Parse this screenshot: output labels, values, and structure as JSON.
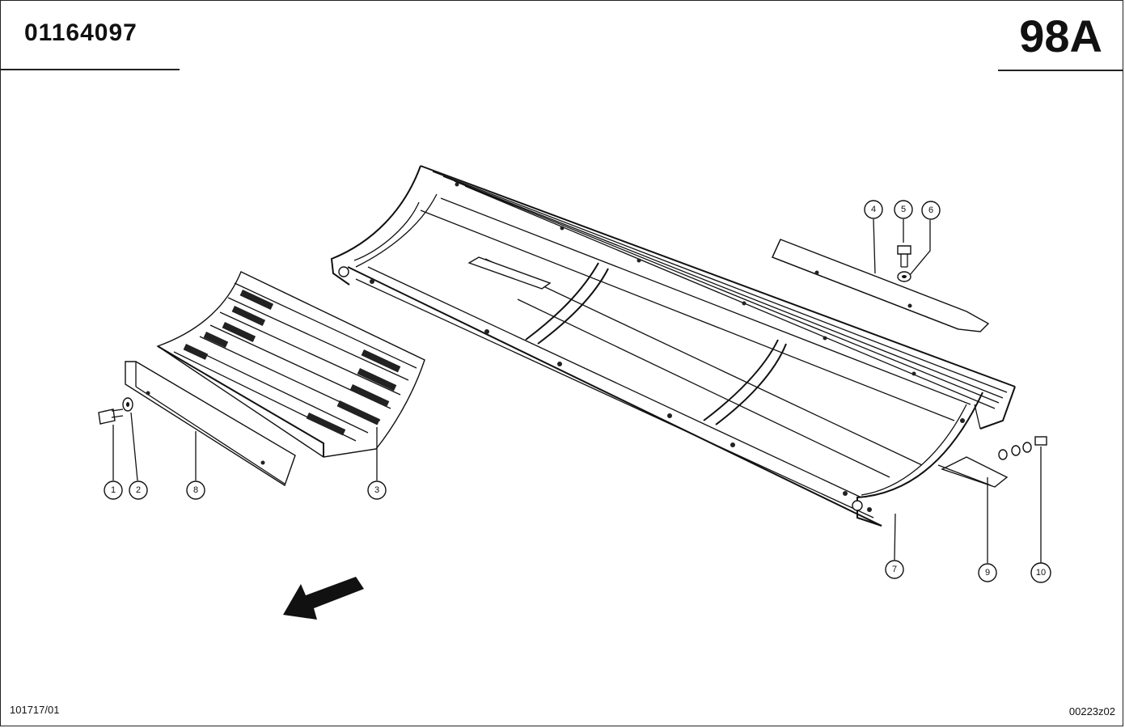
{
  "header": {
    "part_number": "01164097",
    "page_code": "98A"
  },
  "footer": {
    "drawing_ref": "101717/01",
    "image_code": "00223z02"
  },
  "callouts": [
    "1",
    "2",
    "3",
    "4",
    "5",
    "6",
    "7",
    "8",
    "9",
    "10"
  ]
}
